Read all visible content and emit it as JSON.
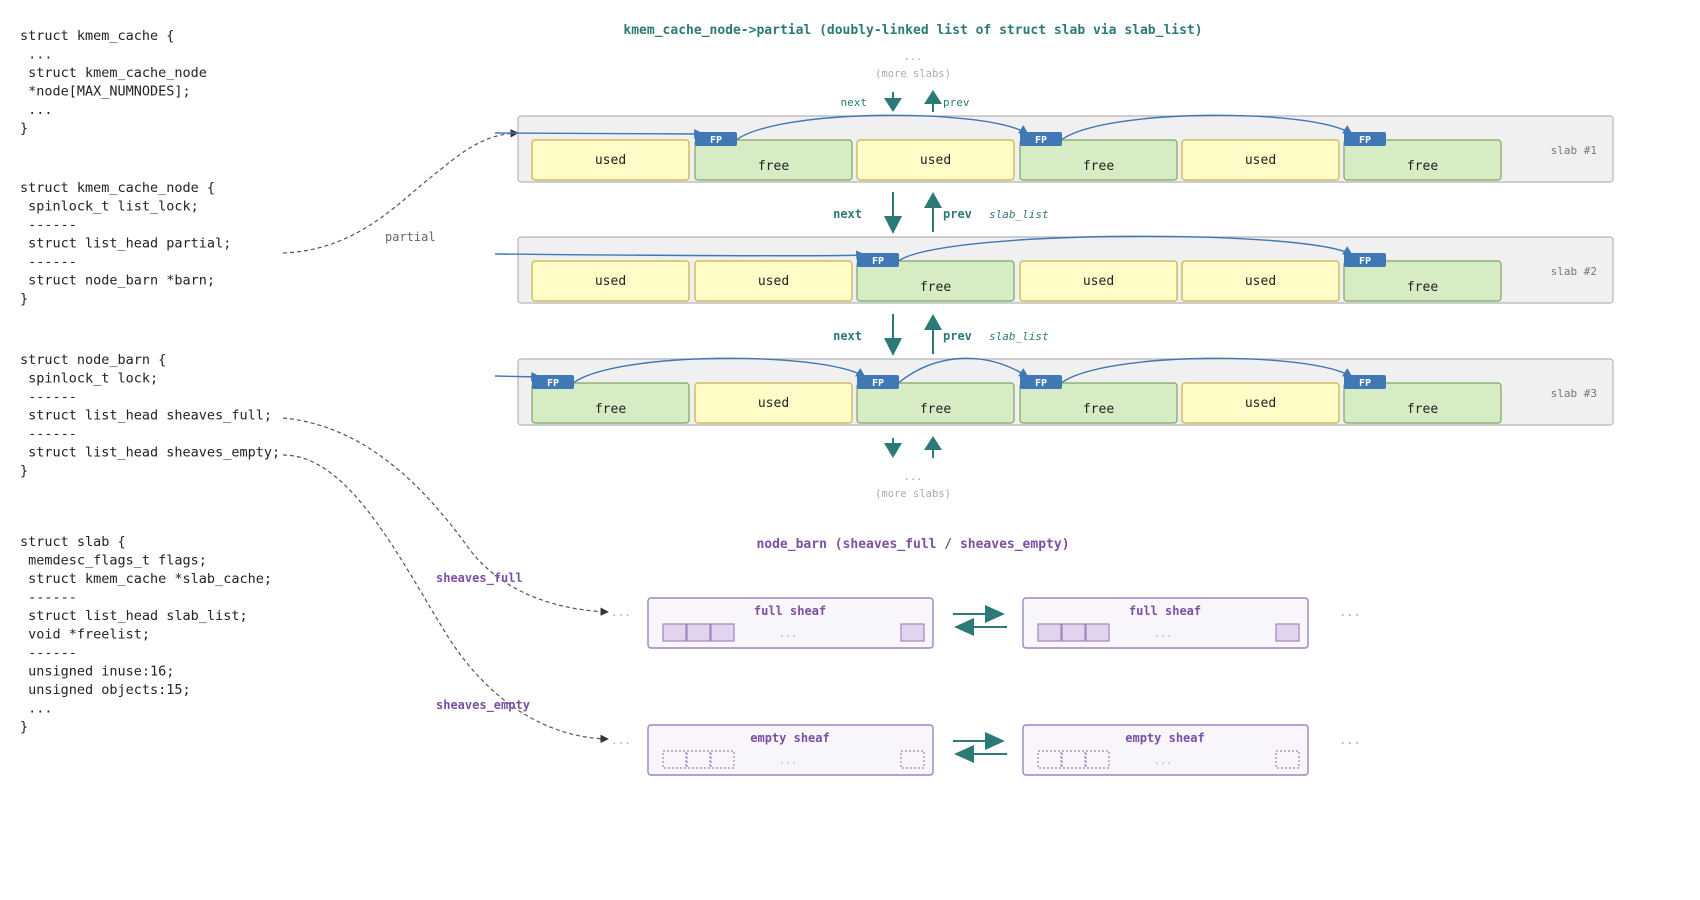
{
  "code": {
    "kmem_cache": [
      "struct kmem_cache {",
      " ...",
      " struct kmem_cache_node",
      " *node[MAX_NUMNODES];",
      " ...",
      "}"
    ],
    "kmem_cache_node": [
      "struct kmem_cache_node {",
      " spinlock_t list_lock;",
      " ------",
      " struct list_head partial;",
      " ------",
      " struct node_barn *barn;",
      "}"
    ],
    "node_barn": [
      "struct node_barn {",
      " spinlock_t lock;",
      " ------",
      " struct list_head sheaves_full;",
      " ------",
      " struct list_head sheaves_empty;",
      "}"
    ],
    "slab": [
      "struct slab {",
      " memdesc_flags_t flags;",
      " struct kmem_cache *slab_cache;",
      " ------",
      " struct list_head slab_list;",
      " void *freelist;",
      " ------",
      " unsigned inuse:16;",
      " unsigned objects:15;",
      " ...",
      "}"
    ]
  },
  "labels": {
    "partial_title": "kmem_cache_node->partial (doubly-linked list of struct slab via slab_list)",
    "partial": "partial",
    "more_dots": "...",
    "more_slabs": "(more slabs)",
    "next": "next",
    "prev": "prev",
    "slab_list": "slab_list",
    "fp": "FP",
    "barn_title": "node_barn (sheaves_full / sheaves_empty)",
    "sheaves_full": "sheaves_full",
    "sheaves_empty": "sheaves_empty",
    "full_sheaf": "full sheaf",
    "empty_sheaf": "empty sheaf",
    "sheaf_dots": "...",
    "row_dots": "..."
  },
  "slabs": [
    {
      "name": "slab #1",
      "cells": [
        "used",
        "free",
        "used",
        "free",
        "used",
        "free"
      ]
    },
    {
      "name": "slab #2",
      "cells": [
        "used",
        "used",
        "free",
        "used",
        "used",
        "free"
      ]
    },
    {
      "name": "slab #3",
      "cells": [
        "free",
        "used",
        "free",
        "free",
        "used",
        "free"
      ]
    }
  ],
  "colors": {
    "teal": "#2b7a78",
    "purple": "#7b4fa3",
    "used_fill": "#fffcc8",
    "used_stroke": "#c9b04a",
    "free_fill": "#d6ecc4",
    "free_stroke": "#7ea55f",
    "fp": "#3f78b5",
    "slab_bg": "#f0f0f0",
    "slab_stroke": "#b5b5b5"
  }
}
